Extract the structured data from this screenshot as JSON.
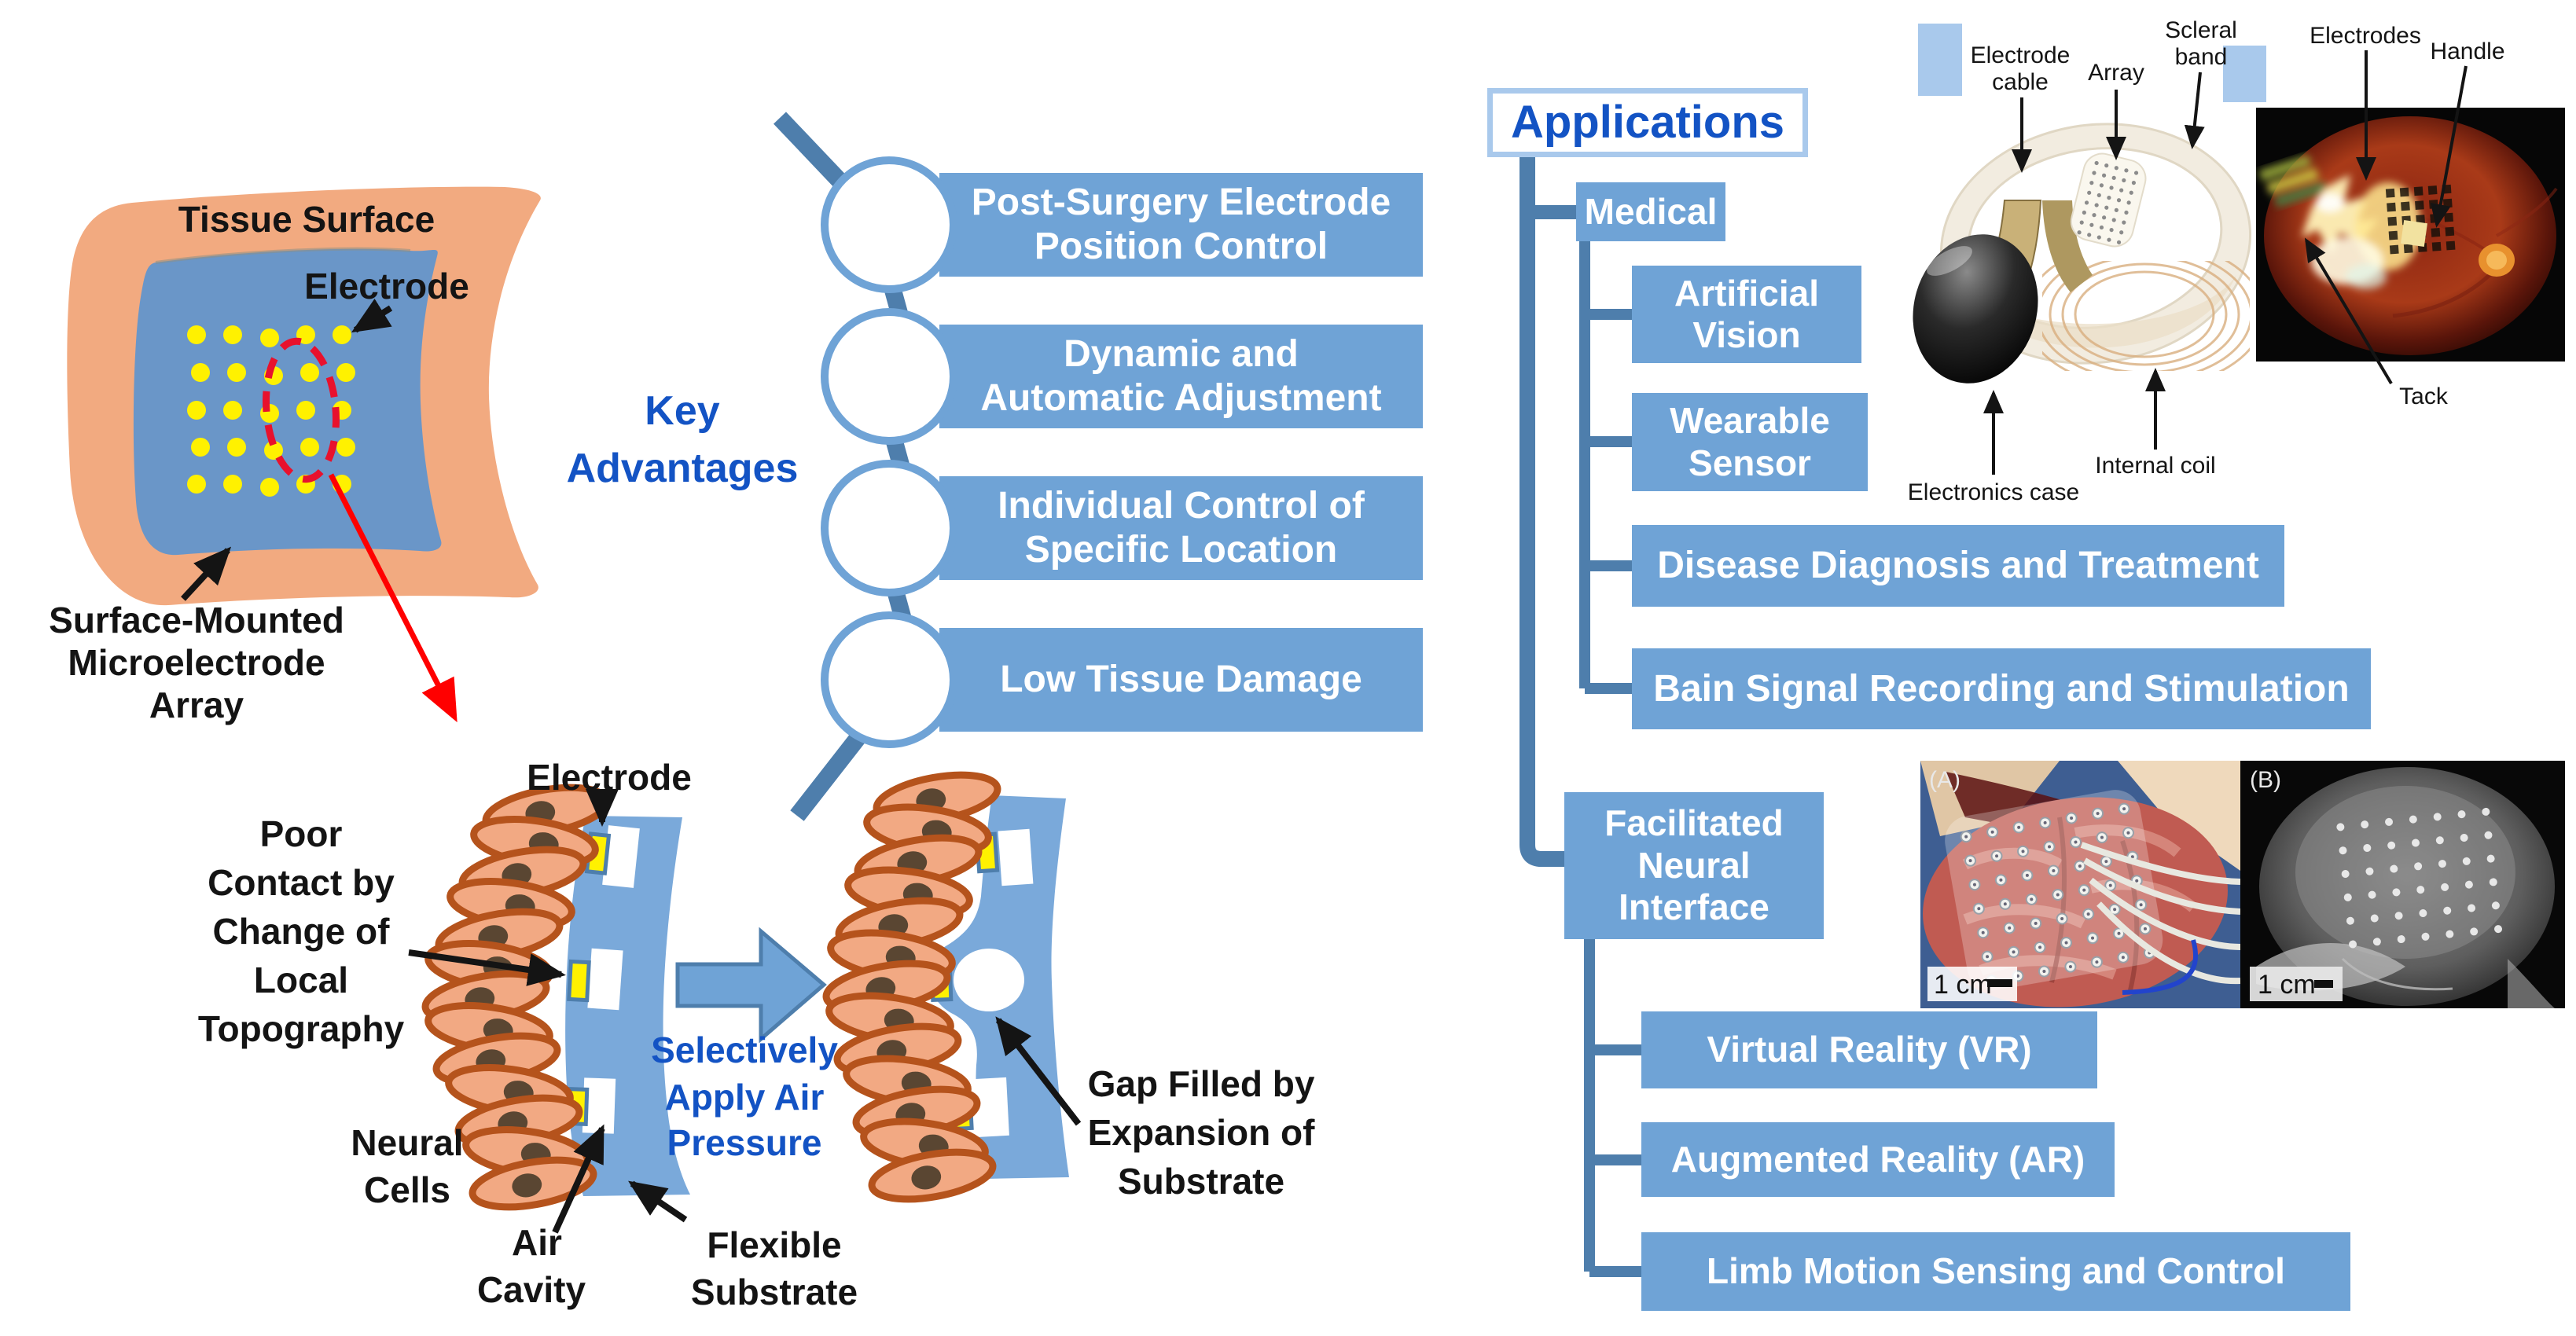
{
  "colors": {
    "banner_blue": "#6FA3D6",
    "tree_line": "#4E7EAC",
    "title_blue": "#1353C4",
    "border_light": "#A9C9EC",
    "tissue_salmon": "#F2AA80",
    "panel_blue": "#6A96C8",
    "substrate_blue": "#7AA9DA",
    "electrode_yellow": "#FFF100",
    "highlight_red": "#E8112D",
    "cell_fill": "#F2A983",
    "cell_outline": "#B5531C"
  },
  "tissue_diagram": {
    "title": "Tissue Surface",
    "electrode_label": "Electrode",
    "array_label": {
      "line1": "Surface-Mounted",
      "line2": "Microelectrode",
      "line3": "Array"
    }
  },
  "key_advantages": {
    "title": {
      "line1": "Key",
      "line2": "Advantages"
    },
    "items": [
      {
        "line1": "Post-Surgery Electrode",
        "line2": "Position Control"
      },
      {
        "line1": "Dynamic and",
        "line2": "Automatic Adjustment"
      },
      {
        "line1": "Individual Control of",
        "line2": "Specific Location"
      },
      {
        "line1": "Low Tissue Damage",
        "line2": ""
      }
    ]
  },
  "contact_diagram": {
    "electrode_label": "Electrode",
    "poor_contact": {
      "line1": "Poor",
      "line2": "Contact by",
      "line3": "Change of",
      "line4": "Local",
      "line5": "Topography"
    },
    "neural_cells": {
      "line1": "Neural",
      "line2": "Cells"
    },
    "air_cavity": {
      "line1": "Air",
      "line2": "Cavity"
    },
    "flexible_substrate": {
      "line1": "Flexible",
      "line2": "Substrate"
    },
    "apply_pressure": {
      "line1": "Selectively",
      "line2": "Apply Air",
      "line3": "Pressure"
    },
    "gap_filled": {
      "line1": "Gap Filled by",
      "line2": "Expansion of",
      "line3": "Substrate"
    }
  },
  "applications": {
    "title": "Applications",
    "medical": {
      "label": "Medical",
      "children": [
        {
          "line1": "Artificial",
          "line2": "Vision"
        },
        {
          "line1": "Wearable",
          "line2": "Sensor"
        },
        {
          "line1": "Disease Diagnosis and Treatment",
          "line2": ""
        },
        {
          "line1": "Bain Signal Recording and Stimulation",
          "line2": ""
        }
      ]
    },
    "facilitated": {
      "line1": "Facilitated",
      "line2": "Neural",
      "line3": "Interface",
      "children": [
        {
          "line1": "Virtual Reality (VR)"
        },
        {
          "line1": "Augmented Reality (AR)"
        },
        {
          "line1": "Limb Motion Sensing and Control"
        }
      ]
    }
  },
  "retinal_device": {
    "electrode_cable": {
      "line1": "Electrode",
      "line2": "cable"
    },
    "array_label": "Array",
    "scleral_band": {
      "line1": "Scleral",
      "line2": "band"
    },
    "electronics_case": "Electronics case",
    "internal_coil": "Internal coil"
  },
  "fundus_photo": {
    "electrodes_label": "Electrodes",
    "handle_label": "Handle",
    "tack_label": "Tack"
  },
  "surgical_photos": {
    "panel_a": "(A)",
    "panel_b": "(B)",
    "scale_a": "1 cm",
    "scale_b": "1 cm"
  }
}
